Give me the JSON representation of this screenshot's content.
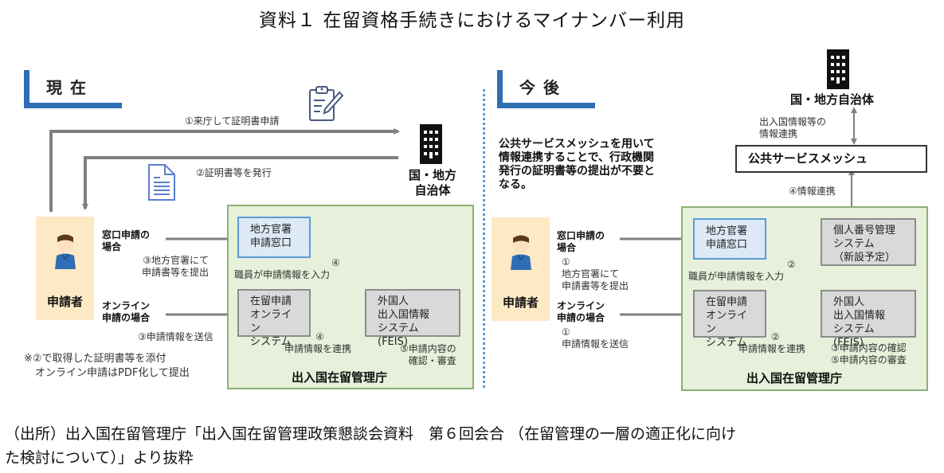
{
  "title": "資料１ 在留資格手続きにおけるマイナンバー利用",
  "current": {
    "heading": "現在",
    "steps": {
      "request_cert": "①来庁して証明書申請",
      "issue_cert": "②証明書等を発行"
    },
    "government": [
      "国・地方",
      "自治体"
    ],
    "applicant": "申請者",
    "counter_case": [
      "窓口申請の",
      "場合"
    ],
    "counter_step": [
      "③地方官署にて",
      "申請書等を提出"
    ],
    "online_case": [
      "オンライン",
      "申請の場合"
    ],
    "online_step": "③申請情報を送信",
    "note": [
      "※②で取得した証明書等を添付",
      "オンライン申請はPDF化して提出"
    ],
    "agency": {
      "name": "出入国在留管理庁",
      "counter_box": [
        "地方官署",
        "申請窓口"
      ],
      "online_box": [
        "在留申請",
        "オンライン",
        "システム"
      ],
      "feis_box": [
        "外国人",
        "出入国情報",
        "システム(FEIS)"
      ],
      "staff_input_num": "④",
      "staff_input": "職員が申請情報を入力",
      "link_num": "④",
      "link": "申請情報を連携",
      "review": [
        "⑤申請内容の",
        "確認・審査"
      ]
    }
  },
  "future": {
    "heading": "今後",
    "description": [
      "公共サービスメッシュを用いて",
      "情報連携することで、行政機関",
      "発行の証明書等の提出が不要と",
      "なる。"
    ],
    "government": "国・地方自治体",
    "gov_link": [
      "出入国情報等の",
      "情報連携"
    ],
    "mesh": "公共サービスメッシュ",
    "mesh_link": "④情報連携",
    "applicant": "申請者",
    "counter_case": [
      "窓口申請の",
      "場合"
    ],
    "counter_step": [
      "①",
      "地方官署にて",
      "申請書等を提出"
    ],
    "online_case": [
      "オンライン",
      "申請の場合"
    ],
    "online_step": [
      "①",
      "申請情報を送信"
    ],
    "agency": {
      "name": "出入国在留管理庁",
      "counter_box": [
        "地方官署",
        "申請窓口"
      ],
      "online_box": [
        "在留申請",
        "オンライン",
        "システム"
      ],
      "mynumber_box": [
        "個人番号管理",
        "システム",
        "（新設予定）"
      ],
      "feis_box": [
        "外国人",
        "出入国情報",
        "システム(FEIS)"
      ],
      "staff_input_num": "②",
      "staff_input": "職員が申請情報を入力",
      "link_num": "②",
      "link": "申請情報を連携",
      "review": [
        "③申請内容の確認",
        "⑤申請内容の審査"
      ]
    }
  },
  "source": [
    "（出所）出入国在留管理庁「出入国在留管理政策懇談会資料　第６回会合 （在留管理の一層の適正化に向け",
    "た検討について）」より抜粋"
  ],
  "colors": {
    "accent_blue": "#2f6db5",
    "applicant_bg": "#fde9c4",
    "agency_bg": "#e6f0da",
    "agency_border": "#8ab172",
    "arrow_gray": "#808080"
  }
}
